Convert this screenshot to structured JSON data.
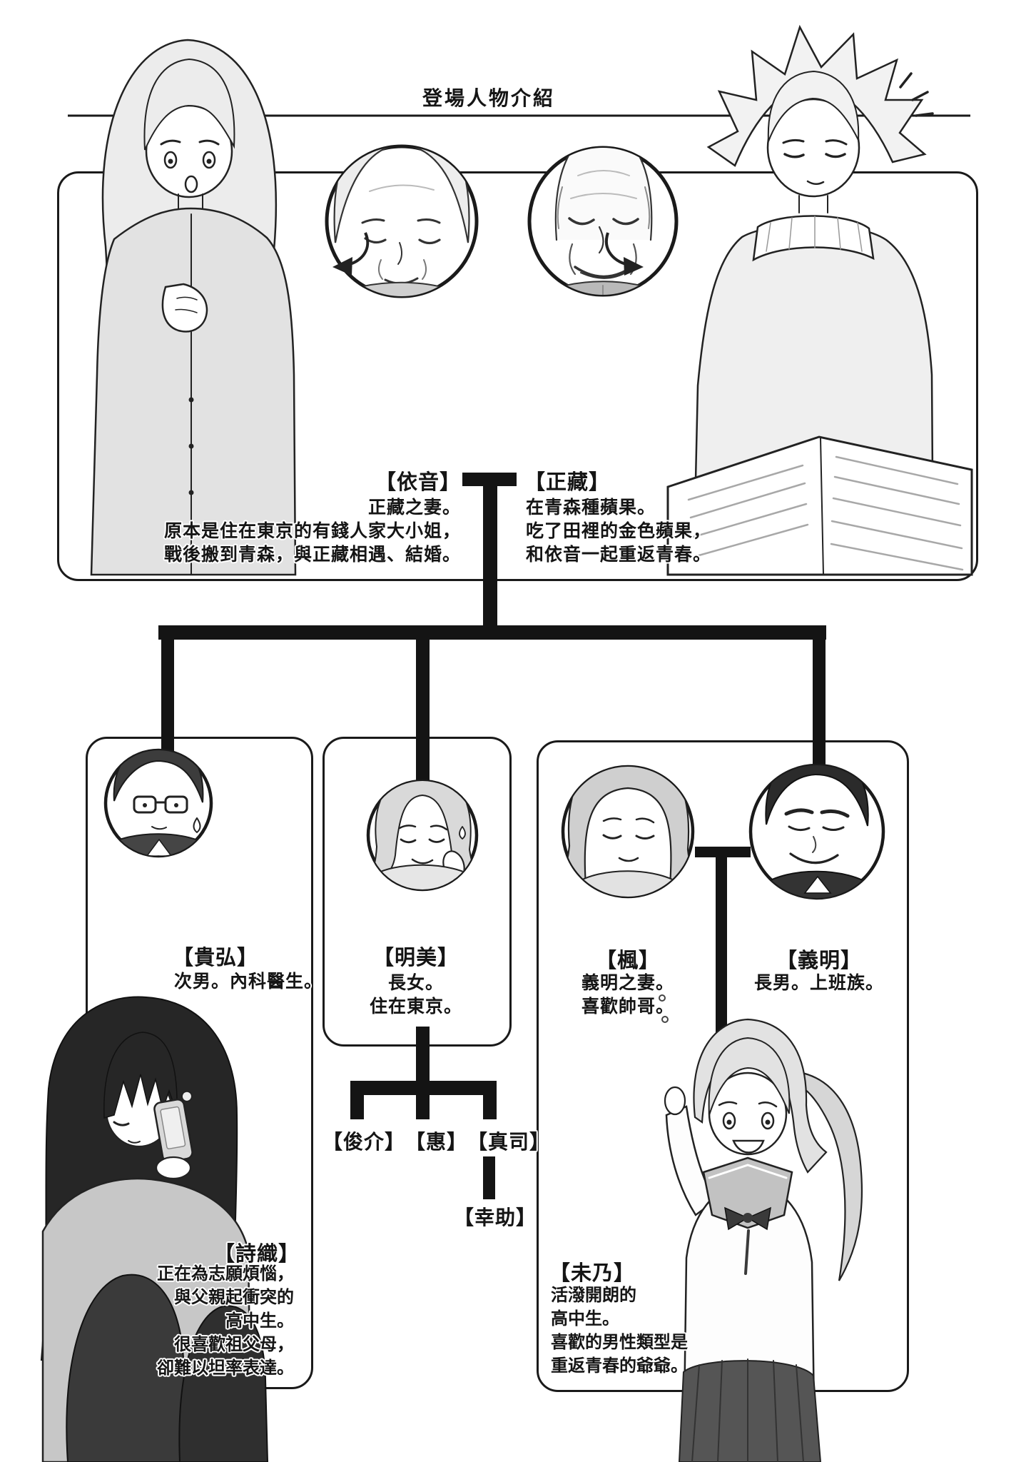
{
  "page": {
    "title": "登場人物介紹",
    "paper_color": "#ffffff",
    "ink_color": "#1a1a1a"
  },
  "characters": {
    "yine": {
      "name": "【依音】",
      "desc": [
        "正藏之妻。",
        "原本是住在東京的有錢人家大小姐，",
        "戰後搬到青森，與正藏相遇、結婚。"
      ]
    },
    "masazo": {
      "name": "【正藏】",
      "desc": [
        "在青森種蘋果。",
        "吃了田裡的金色蘋果，",
        "和依音一起重返青春。"
      ]
    },
    "takahiro": {
      "name": "【貴弘】",
      "desc": [
        "次男。內科醫生。"
      ]
    },
    "akemi": {
      "name": "【明美】",
      "desc": [
        "長女。",
        "住在東京。"
      ]
    },
    "kaede": {
      "name": "【楓】",
      "desc": [
        "義明之妻。",
        "喜歡帥哥。"
      ]
    },
    "yoshiaki": {
      "name": "【義明】",
      "desc": [
        "長男。上班族。"
      ]
    },
    "shunsuke": {
      "name": "【俊介】"
    },
    "megumi": {
      "name": "【惠】"
    },
    "shinji": {
      "name": "【真司】"
    },
    "kosuke": {
      "name": "【幸助】"
    },
    "shiori": {
      "name": "【詩織】",
      "desc": [
        "正在為志願煩惱，",
        "與父親起衝突的",
        "高中生。",
        "很喜歡祖父母，",
        "卻難以坦率表達。"
      ]
    },
    "mino": {
      "name": "【未乃】",
      "desc": [
        "活潑開朗的",
        "高中生。",
        "喜歡的男性類型是",
        "重返青春的爺爺。"
      ]
    }
  }
}
